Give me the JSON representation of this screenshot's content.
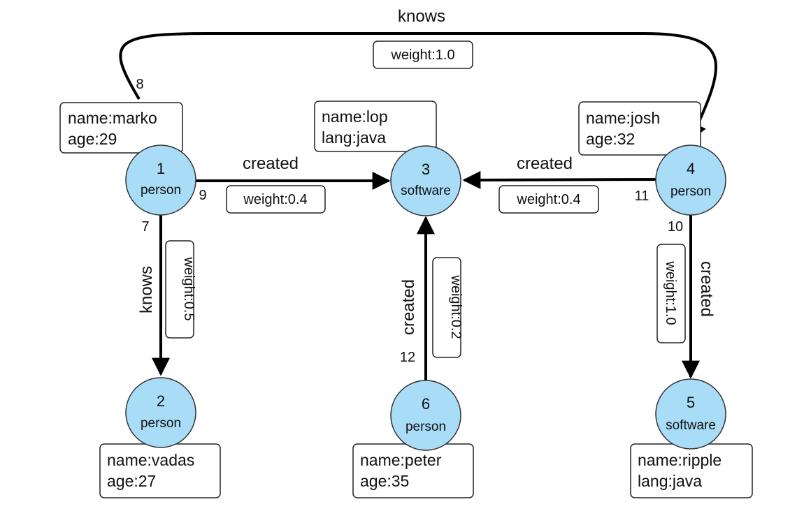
{
  "nodes": {
    "n1": {
      "id": "1",
      "type": "person",
      "props": [
        "name:marko",
        "age:29"
      ]
    },
    "n2": {
      "id": "2",
      "type": "person",
      "props": [
        "name:vadas",
        "age:27"
      ]
    },
    "n3": {
      "id": "3",
      "type": "software",
      "props": [
        "name:lop",
        "lang:java"
      ]
    },
    "n4": {
      "id": "4",
      "type": "person",
      "props": [
        "name:josh",
        "age:32"
      ]
    },
    "n5": {
      "id": "5",
      "type": "software",
      "props": [
        "name:ripple",
        "lang:java"
      ]
    },
    "n6": {
      "id": "6",
      "type": "person",
      "props": [
        "name:peter",
        "age:35"
      ]
    }
  },
  "edges": {
    "e7": {
      "id": "7",
      "label": "knows",
      "weight": "weight:0.5"
    },
    "e8": {
      "id": "8",
      "label": "knows",
      "weight": "weight:1.0"
    },
    "e9": {
      "id": "9",
      "label": "created",
      "weight": "weight:0.4"
    },
    "e10": {
      "id": "10",
      "label": "created",
      "weight": "weight:1.0"
    },
    "e11": {
      "id": "11",
      "label": "created",
      "weight": "weight:0.4"
    },
    "e12": {
      "id": "12",
      "label": "created",
      "weight": "weight:0.2"
    }
  },
  "colors": {
    "node_fill": "#a8dcf7",
    "edge": "#000000",
    "box_border": "#222222"
  }
}
